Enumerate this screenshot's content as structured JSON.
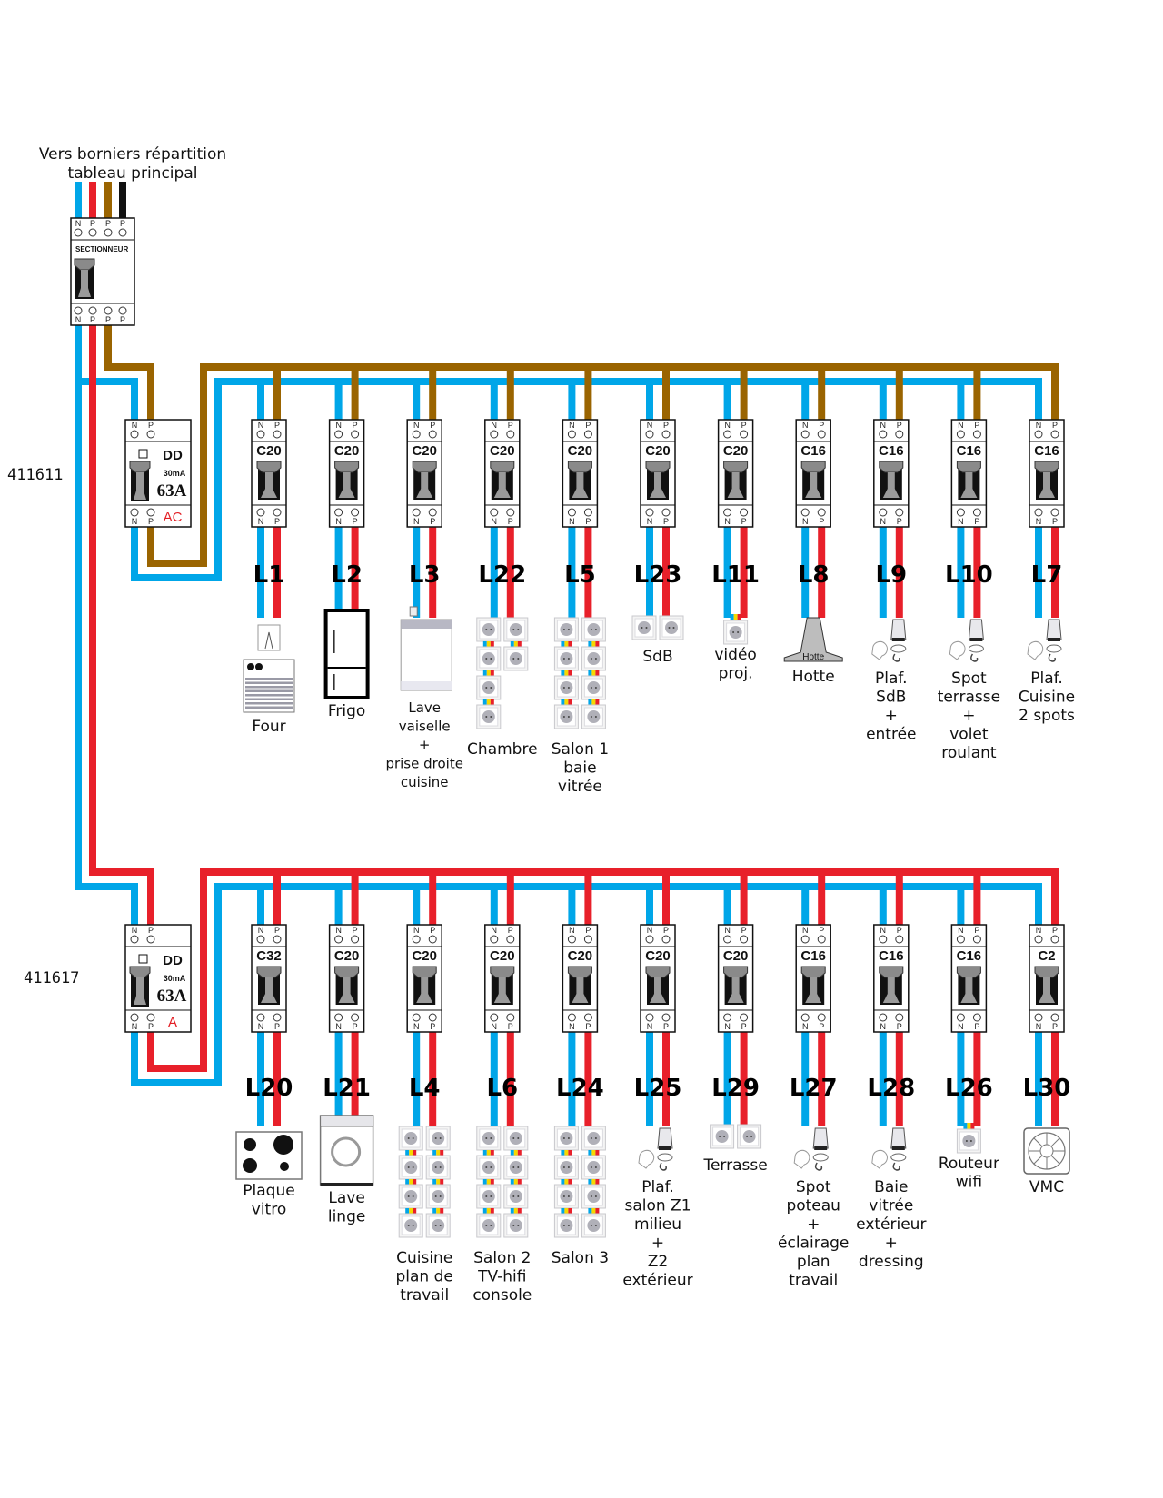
{
  "header": {
    "feed_label_lines": [
      "Vers borniers répartition",
      "tableau principal"
    ]
  },
  "colors": {
    "neutral": "#00a6e8",
    "phase_red": "#e8202a",
    "phase_brown": "#9a6400",
    "phase_black": "#111111",
    "dd_type": "#e31e24"
  },
  "isolator": {
    "label": "SECTIONNEUR",
    "top_terminals": [
      "N",
      "P",
      "P",
      "P"
    ],
    "bottom_terminals": [
      "N",
      "P",
      "P",
      "P"
    ]
  },
  "rows": [
    {
      "reference": "411611",
      "phase_color": "brown",
      "rcd": {
        "title": "DD",
        "sensitivity": "30mA",
        "rating": "63A",
        "type": "AC",
        "terminals": [
          "N",
          "P"
        ]
      },
      "circuits": [
        {
          "breaker": "C20",
          "line": "L1",
          "load": "oven",
          "label_lines": [
            "Four"
          ]
        },
        {
          "breaker": "C20",
          "line": "L2",
          "load": "fridge",
          "label_lines": [
            "Frigo"
          ]
        },
        {
          "breaker": "C20",
          "line": "L3",
          "load": "dishwasher",
          "label_lines": [
            "Lave",
            "vaiselle",
            "+",
            "prise droite",
            "cuisine"
          ]
        },
        {
          "breaker": "C20",
          "line": "L22",
          "load": "sockets-3-1",
          "label_lines": [
            "Chambre"
          ]
        },
        {
          "breaker": "C20",
          "line": "L5",
          "load": "sockets-4-4",
          "label_lines": [
            "Salon 1",
            "baie",
            "vitrée"
          ]
        },
        {
          "breaker": "C20",
          "line": "L23",
          "load": "sockets-1-1",
          "label_lines": [
            "SdB"
          ]
        },
        {
          "breaker": "C20",
          "line": "L11",
          "load": "socket-1",
          "label_lines": [
            "vidéo",
            "proj."
          ]
        },
        {
          "breaker": "C16",
          "line": "L8",
          "load": "hood",
          "label_lines": [
            "Hotte"
          ],
          "icon_text": "Hotte"
        },
        {
          "breaker": "C16",
          "line": "L9",
          "load": "light",
          "label_lines": [
            "Plaf.",
            "SdB",
            "+",
            "entrée"
          ]
        },
        {
          "breaker": "C16",
          "line": "L10",
          "load": "light",
          "label_lines": [
            "Spot",
            "terrasse",
            "+",
            "volet",
            "roulant"
          ]
        },
        {
          "breaker": "C16",
          "line": "L7",
          "load": "light",
          "label_lines": [
            "Plaf.",
            "Cuisine",
            "2 spots"
          ]
        }
      ]
    },
    {
      "reference": "411617",
      "phase_color": "red",
      "rcd": {
        "title": "DD",
        "sensitivity": "30mA",
        "rating": "63A",
        "type": "A",
        "terminals": [
          "N",
          "P"
        ]
      },
      "circuits": [
        {
          "breaker": "C32",
          "line": "L20",
          "load": "hob",
          "label_lines": [
            "Plaque",
            "vitro"
          ]
        },
        {
          "breaker": "C20",
          "line": "L21",
          "load": "washer",
          "label_lines": [
            "Lave",
            "linge"
          ]
        },
        {
          "breaker": "C20",
          "line": "L4",
          "load": "sockets-4-4",
          "label_lines": [
            "Cuisine",
            "plan de",
            "travail"
          ]
        },
        {
          "breaker": "C20",
          "line": "L6",
          "load": "sockets-4-4",
          "label_lines": [
            "Salon 2",
            "TV-hifi",
            "console"
          ]
        },
        {
          "breaker": "C20",
          "line": "L24",
          "load": "sockets-4-4",
          "label_lines": [
            "Salon 3"
          ]
        },
        {
          "breaker": "C20",
          "line": "L25",
          "load": "light",
          "label_lines": [
            "Plaf.",
            "salon Z1",
            "milieu",
            "+",
            "Z2",
            "extérieur"
          ]
        },
        {
          "breaker": "C20",
          "line": "L29",
          "load": "sockets-1-1",
          "label_lines": [
            "Terrasse"
          ]
        },
        {
          "breaker": "C16",
          "line": "L27",
          "load": "light",
          "label_lines": [
            "Spot",
            "poteau",
            "+",
            "éclairage",
            "plan",
            "travail"
          ]
        },
        {
          "breaker": "C16",
          "line": "L28",
          "load": "light",
          "label_lines": [
            "Baie",
            "vitrée",
            "extérieur",
            "+",
            "dressing"
          ]
        },
        {
          "breaker": "C16",
          "line": "L26",
          "load": "socket-1",
          "label_lines": [
            "Routeur",
            "wifi"
          ]
        },
        {
          "breaker": "C2",
          "line": "L30",
          "load": "fan",
          "label_lines": [
            "VMC"
          ]
        }
      ]
    }
  ],
  "breaker_terminals": [
    "N",
    "P"
  ]
}
